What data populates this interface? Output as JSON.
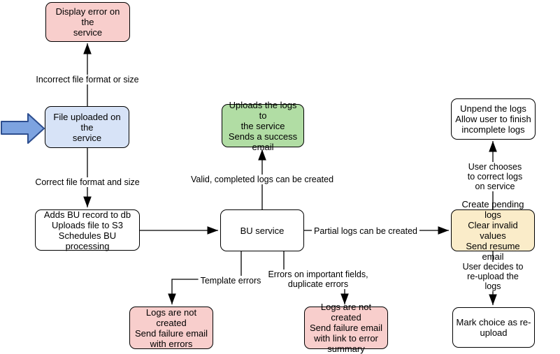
{
  "colors": {
    "background": "#ffffff",
    "node_border": "#000000",
    "edge_line": "#000000",
    "pink": "#f8cecc",
    "blue": "#d7e3f7",
    "green": "#b1dda4",
    "yellow": "#faecc9",
    "white": "#ffffff",
    "block_arrow_fill": "#7da3e0",
    "block_arrow_stroke": "#2d4e8f"
  },
  "nodes": {
    "display_error": {
      "label": "Display error on the\nservice",
      "color": "pink"
    },
    "file_uploaded": {
      "label": "File uploaded on the\nservice",
      "color": "blue"
    },
    "adds_bu_record": {
      "label": "Adds BU record to db\nUploads file to S3\nSchedules BU processing",
      "color": "white"
    },
    "bu_service": {
      "label": "BU service",
      "color": "white"
    },
    "uploads_logs": {
      "label": "Uploads the logs to\nthe service\nSends a success\nemail",
      "color": "green"
    },
    "unpend_logs": {
      "label": "Unpend the logs\nAllow user to finish\nincomplete logs",
      "color": "white"
    },
    "create_pending": {
      "label": "Create pending logs\nClear invalid values\nSend resume email",
      "color": "yellow"
    },
    "mark_choice": {
      "label": "Mark choice as re-\nupload",
      "color": "white"
    },
    "logs_not_created_errors": {
      "label": "Logs are not created\nSend failure email\nwith errors",
      "color": "pink"
    },
    "logs_not_created_summary": {
      "label": "Logs are not created\nSend failure email\nwith link to error\nsummary",
      "color": "pink"
    }
  },
  "edge_labels": {
    "incorrect_format": "Incorrect file format or size",
    "correct_format": "Correct file format and size",
    "valid_completed": "Valid, completed logs can be created",
    "partial_logs": "Partial logs can be created",
    "template_errors": "Template errors",
    "important_fields": "Errors on important fields,\nduplicate errors",
    "user_corrects": "User chooses to correct logs on service",
    "user_reuploads": "User decides to re-upload the logs"
  }
}
